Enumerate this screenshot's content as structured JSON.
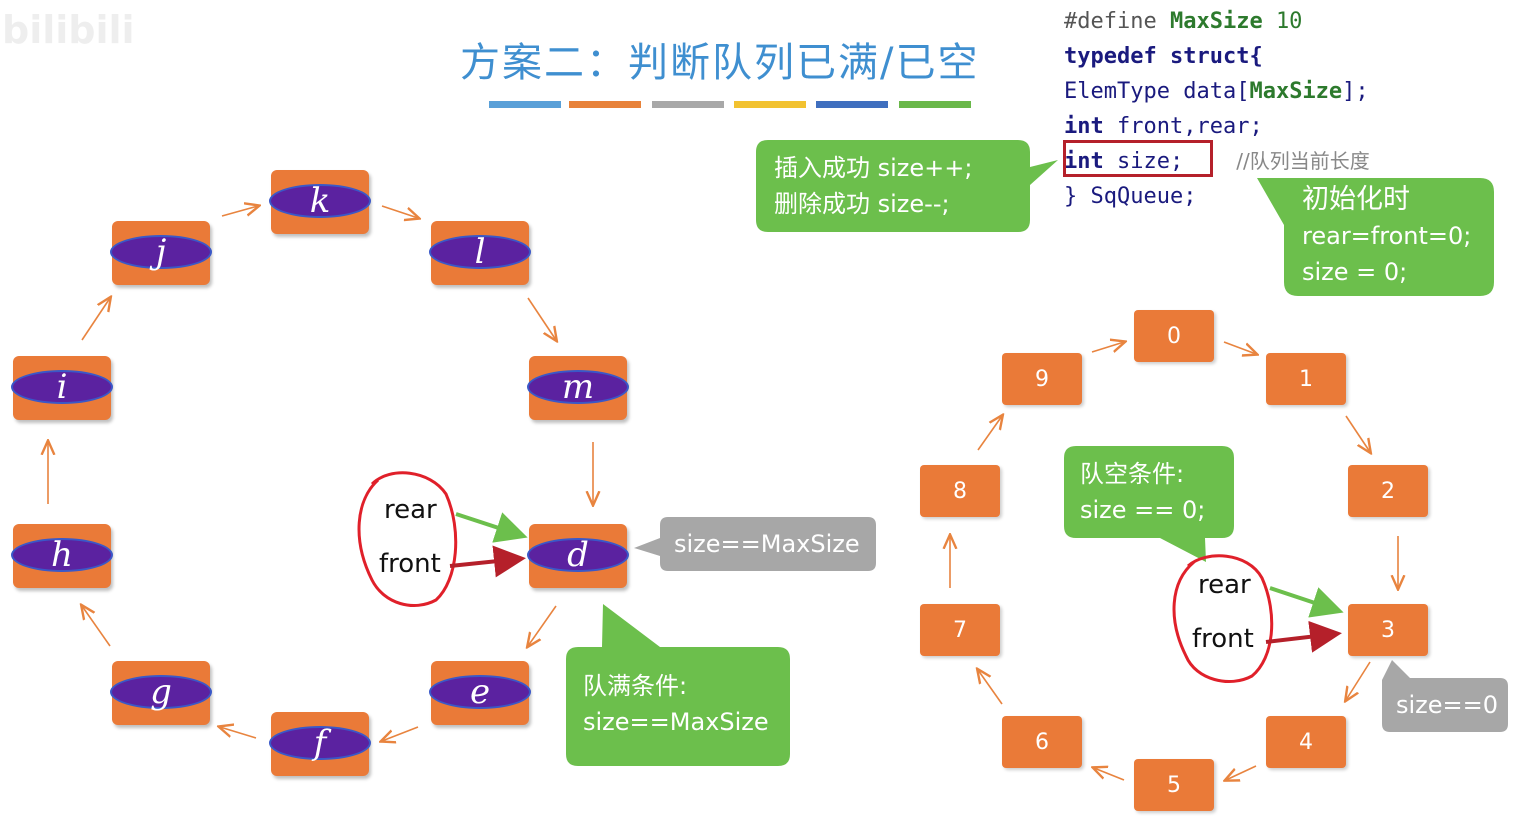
{
  "title": "方案二：判断队列已满/已空",
  "title_bar_colors": [
    "#5aa0d8",
    "#e8823a",
    "#a8a8a8",
    "#f2c230",
    "#3f6fbf",
    "#6ab84a"
  ],
  "code": {
    "define_directive": "#define",
    "define_name": "MaxSize",
    "define_value": "10",
    "typedef": "typedef",
    "struct": "struct{",
    "elem_type": "ElemType",
    "data_field": "data[",
    "data_size": "MaxSize",
    "data_end": "];",
    "int_kw": "int",
    "front_rear": "front,rear;",
    "size_int": "int",
    "size_field": "size;",
    "size_comment": "//队列当前长度",
    "closing": "} SqQueue;"
  },
  "callouts": {
    "insert_delete": [
      "插入成功 size++;",
      "删除成功 size--;"
    ],
    "init": [
      "初始化时",
      "rear=front=0;",
      "size = 0;"
    ],
    "queue_full": [
      "队满条件:",
      "size==MaxSize"
    ],
    "queue_empty": [
      "队空条件:",
      "size == 0;"
    ],
    "full_tag": "size==MaxSize",
    "empty_tag": "size==0"
  },
  "left_ring": {
    "nodes": [
      "k",
      "l",
      "m",
      "d",
      "e",
      "f",
      "g",
      "h",
      "i",
      "j"
    ],
    "rear_label": "rear",
    "front_label": "front"
  },
  "right_ring": {
    "nodes": [
      "0",
      "1",
      "2",
      "3",
      "4",
      "5",
      "6",
      "7",
      "8",
      "9"
    ],
    "rear_label": "rear",
    "front_label": "front"
  },
  "colors": {
    "node": "#ea7a38",
    "oval": "#5b22a0",
    "callout_green": "#6cbf4c",
    "tag_gray": "#a7a7a7",
    "rear_arrow": "#6cbf4c",
    "front_arrow": "#b5202a",
    "circle_annotation": "#e0202a"
  }
}
